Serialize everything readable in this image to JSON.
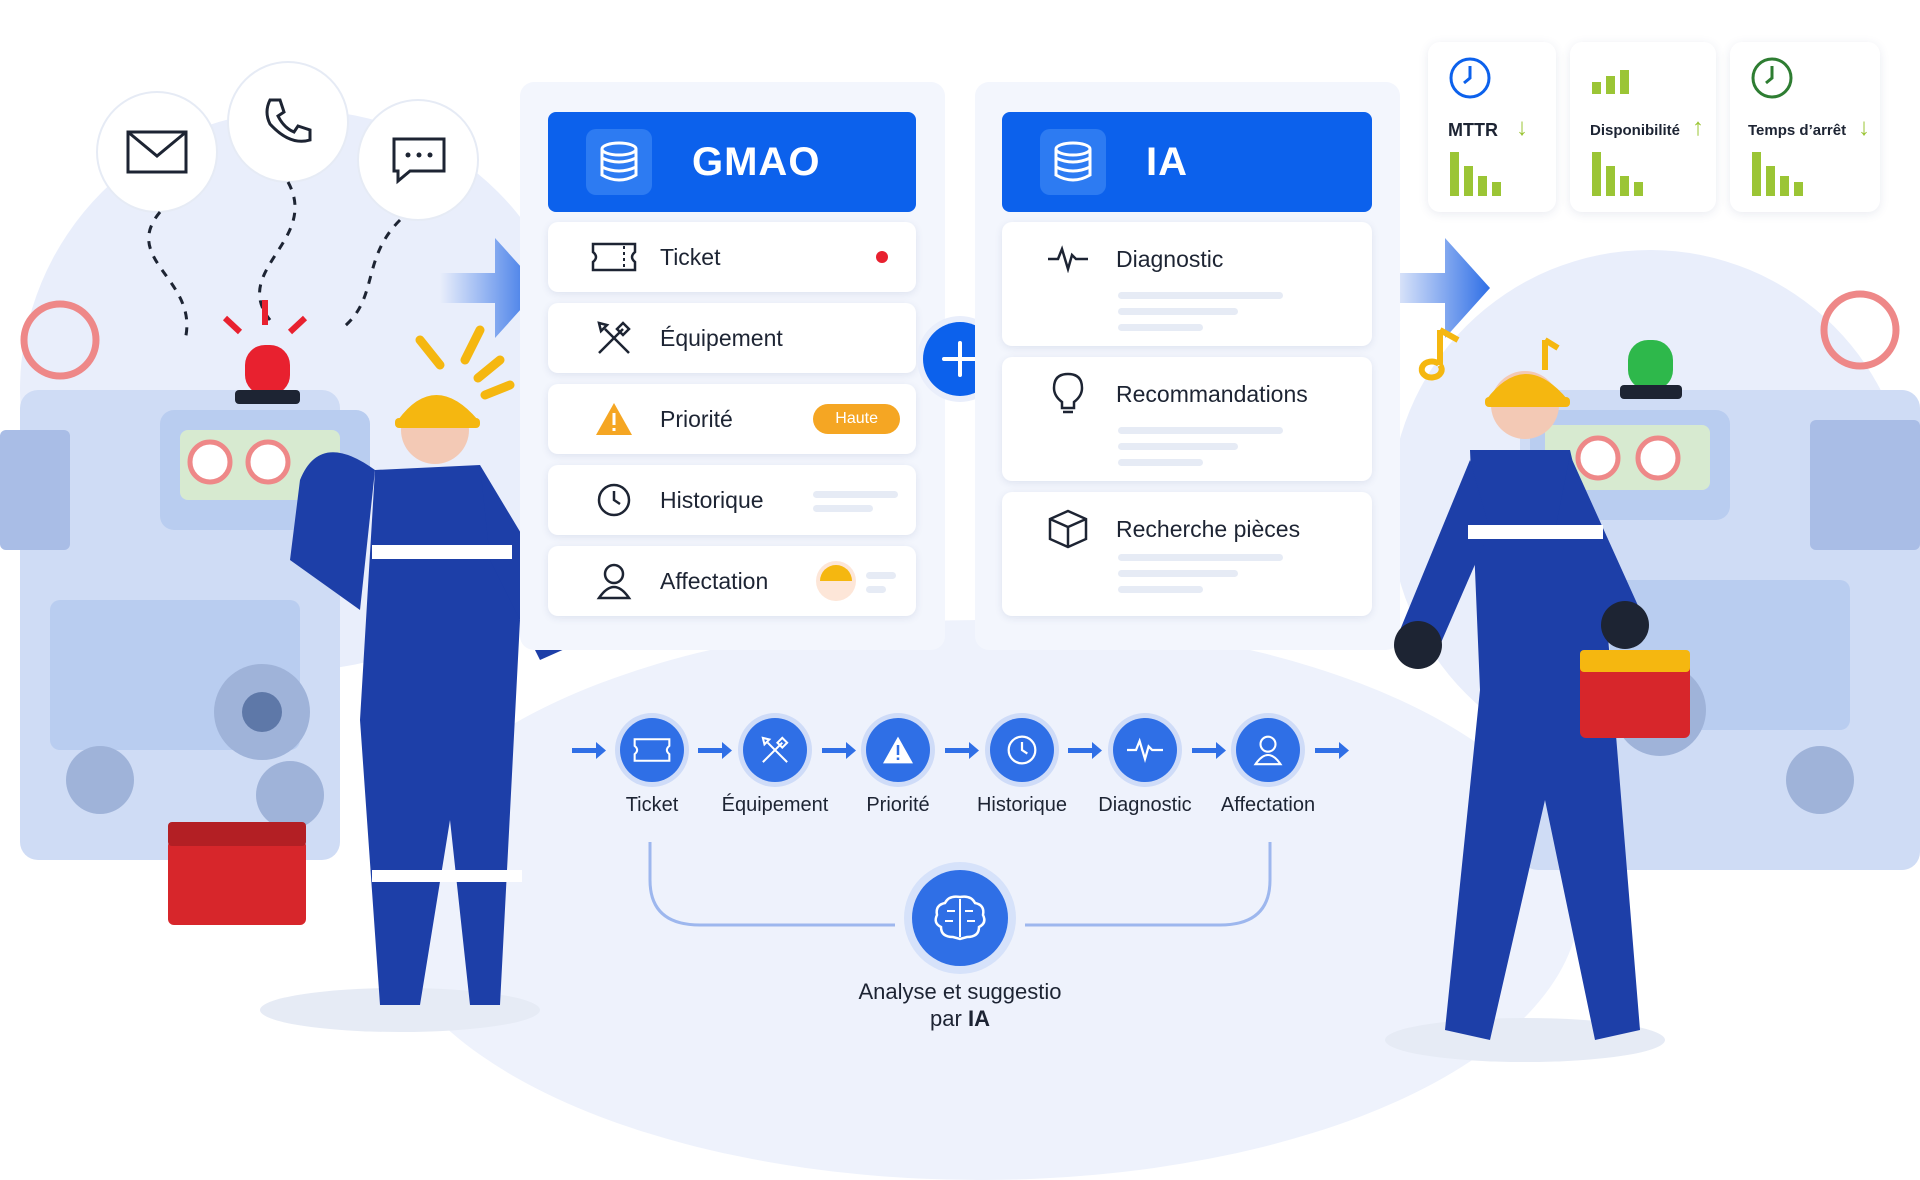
{
  "gmao": {
    "title": "GMAO",
    "rows": [
      {
        "label": "Ticket"
      },
      {
        "label": "Équipement"
      },
      {
        "label": "Priorité",
        "badge": "Haute"
      },
      {
        "label": "Historique"
      },
      {
        "label": "Affectation"
      }
    ]
  },
  "ia": {
    "title": "IA",
    "rows": [
      {
        "label": "Diagnostic"
      },
      {
        "label": "Recommandations"
      },
      {
        "label": "Recherche pièces"
      }
    ]
  },
  "metrics": [
    {
      "label": "MTTR",
      "trend": "↓"
    },
    {
      "label": "Disponibilité",
      "trend": "↑"
    },
    {
      "label": "Temps d’arrêt",
      "trend": "↓"
    }
  ],
  "flow": [
    "Ticket",
    "Équipement",
    "Priorité",
    "Historique",
    "Diagnostic",
    "Affectation"
  ],
  "analysis": {
    "line1": "Analyse et suggestio",
    "line2a": "par ",
    "line2b": "IA"
  },
  "colors": {
    "primary": "#0c61ec",
    "accent": "#2f6fe6",
    "badge": "#f5a623",
    "alert": "#e8212f",
    "metric_bar": "#9bc535"
  }
}
